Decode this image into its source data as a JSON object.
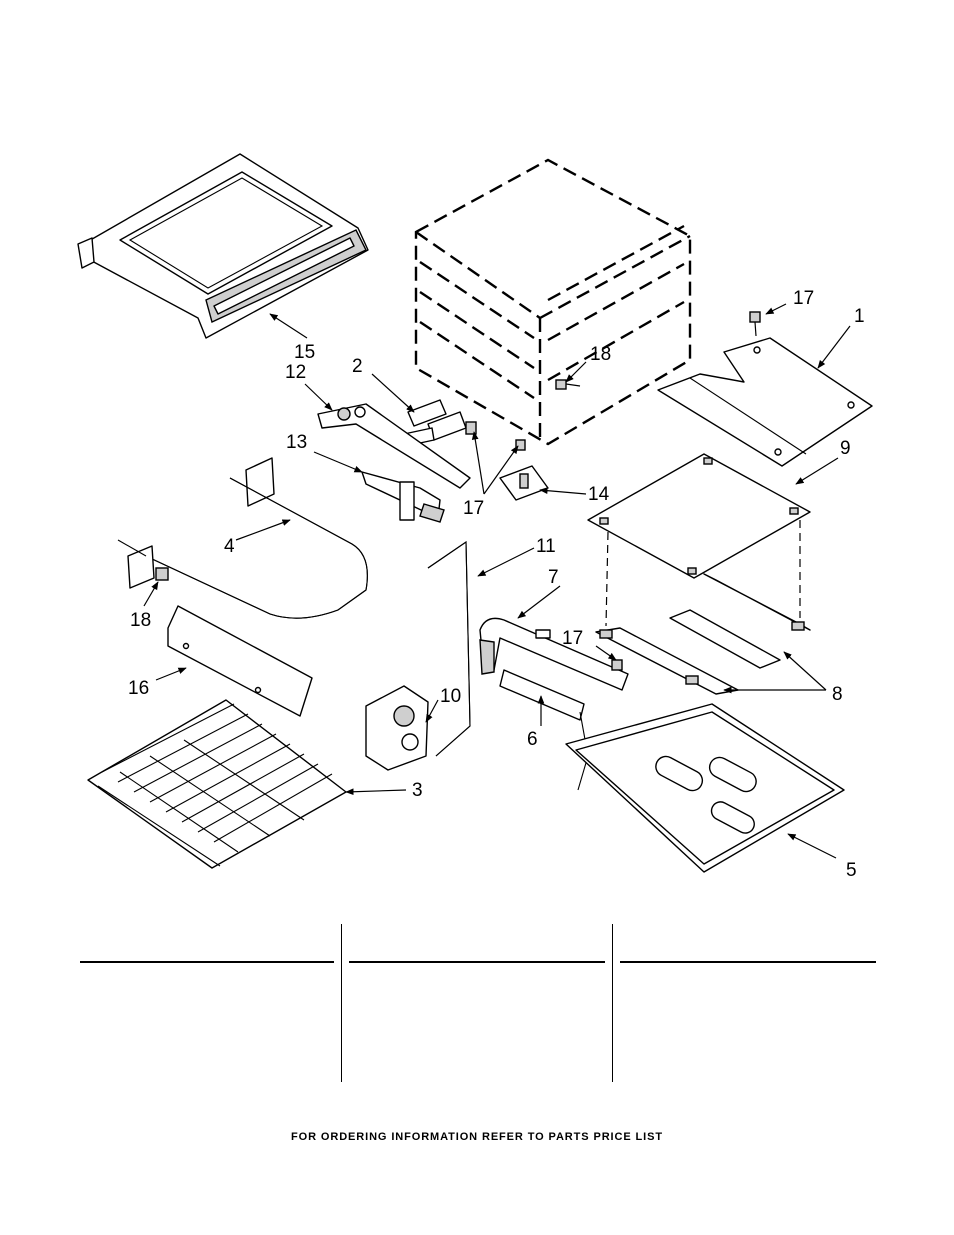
{
  "callouts": {
    "c1": "1",
    "c2": "2",
    "c3": "3",
    "c4": "4",
    "c5": "5",
    "c6": "6",
    "c7": "7",
    "c8": "8",
    "c9": "9",
    "c10": "10",
    "c11": "11",
    "c12": "12",
    "c13": "13",
    "c14": "14",
    "c15": "15",
    "c16": "16",
    "c17a": "17",
    "c17b": "17",
    "c17c": "17",
    "c18a": "18",
    "c18b": "18"
  },
  "footer": {
    "note": "FOR ORDERING INFORMATION REFER TO PARTS PRICE LIST"
  }
}
